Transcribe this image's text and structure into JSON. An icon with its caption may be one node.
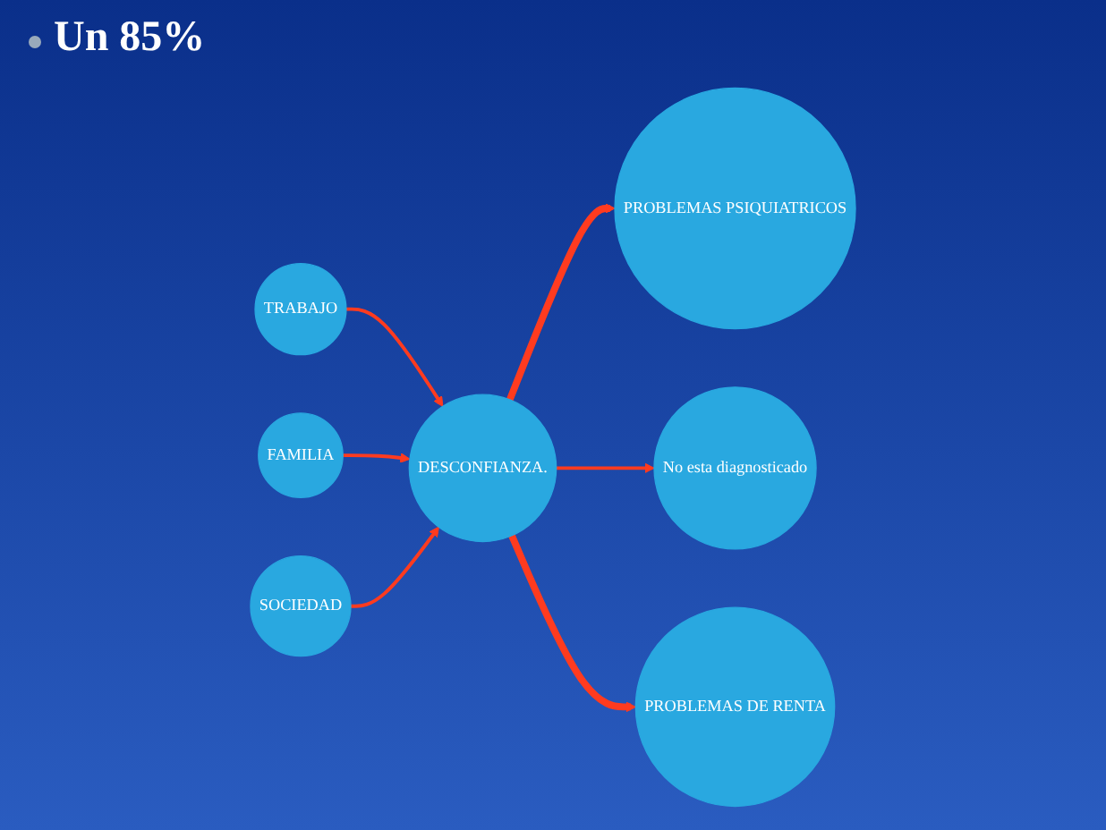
{
  "diagram": {
    "title": "Un 85%",
    "nodes": [
      {
        "text": [
          "TRABAJO"
        ]
      },
      {
        "text": [
          "FAMILIA"
        ]
      },
      {
        "text": [
          "SOCIEDAD"
        ]
      },
      {
        "text": [
          "DESCONFIANZA."
        ]
      },
      {
        "text": [
          "PROBLEMAS PSIQUIATRICOS"
        ]
      },
      {
        "text": [
          "No esta diagnosticado"
        ]
      },
      {
        "text": [
          "PROBLEMAS DE RENTA"
        ]
      }
    ],
    "edges": [
      {
        "from": 0,
        "to": 3,
        "arrow": "to"
      },
      {
        "from": 1,
        "to": 3,
        "arrow": "to"
      },
      {
        "from": 2,
        "to": 3,
        "arrow": "to"
      },
      {
        "from": 3,
        "to": 4,
        "arrow": "to",
        "style": "thick"
      },
      {
        "from": 3,
        "to": 5,
        "arrow": "to"
      },
      {
        "from": 3,
        "to": 6,
        "arrow": "to",
        "style": "thick"
      }
    ]
  }
}
